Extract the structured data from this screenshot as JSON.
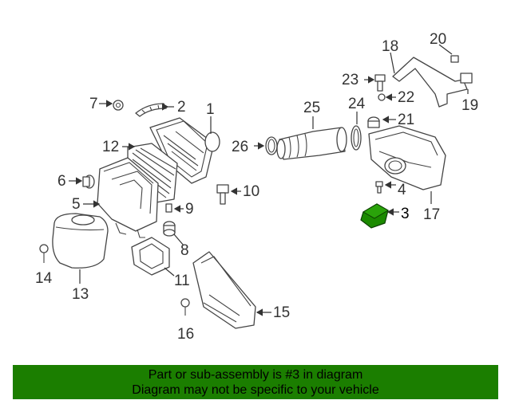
{
  "diagram": {
    "callouts": [
      "1",
      "2",
      "3",
      "4",
      "5",
      "6",
      "7",
      "8",
      "9",
      "10",
      "11",
      "12",
      "13",
      "14",
      "15",
      "16",
      "17",
      "18",
      "19",
      "20",
      "21",
      "22",
      "23",
      "24",
      "25",
      "26"
    ],
    "highlight_color": "#1b8a00"
  },
  "banner": {
    "line1": "Part or sub-assembly is #3 in diagram",
    "line2": "Diagram may not be specific to your vehicle",
    "background": "#1b7e00"
  }
}
